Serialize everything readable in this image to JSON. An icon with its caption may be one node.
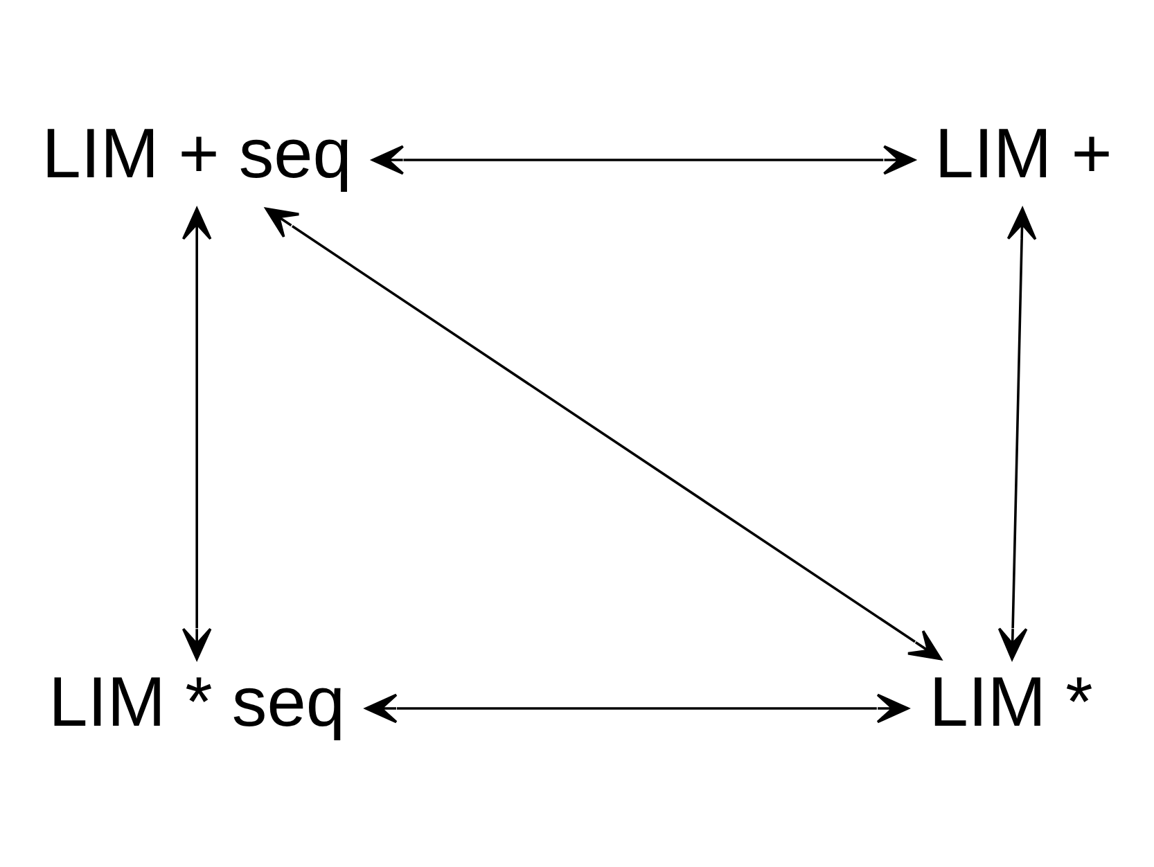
{
  "diagram": {
    "nodes": [
      {
        "text": [
          "LIM + seq"
        ]
      },
      {
        "text": [
          "LIM +"
        ]
      },
      {
        "text": [
          "LIM * seq"
        ]
      },
      {
        "text": [
          "LIM *"
        ]
      }
    ],
    "edges": [
      {
        "from": 0,
        "to": 1,
        "arrow": "both"
      },
      {
        "from": 0,
        "to": 2,
        "arrow": "both"
      },
      {
        "from": 0,
        "to": 3,
        "arrow": "both"
      },
      {
        "from": 1,
        "to": 3,
        "arrow": "both"
      },
      {
        "from": 2,
        "to": 3,
        "arrow": "both"
      }
    ]
  }
}
